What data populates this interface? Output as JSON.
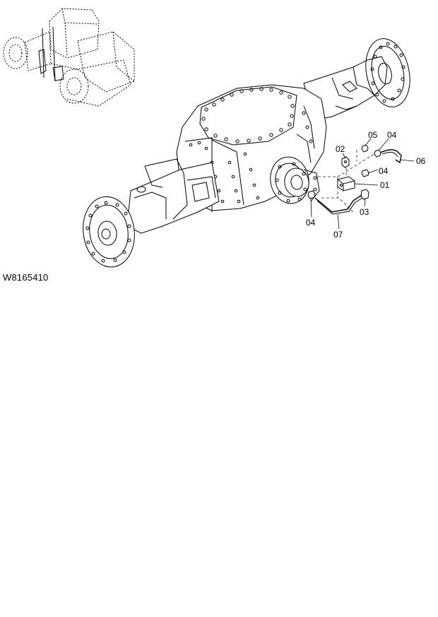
{
  "drawing_code": "W8165410",
  "callouts": [
    {
      "id": "c01",
      "text": "01"
    },
    {
      "id": "c02",
      "text": "02"
    },
    {
      "id": "c03",
      "text": "03"
    },
    {
      "id": "c04a",
      "text": "04"
    },
    {
      "id": "c04b",
      "text": "04"
    },
    {
      "id": "c04c",
      "text": "04"
    },
    {
      "id": "c05",
      "text": "05"
    },
    {
      "id": "c06",
      "text": "06"
    },
    {
      "id": "c07",
      "text": "07"
    }
  ]
}
